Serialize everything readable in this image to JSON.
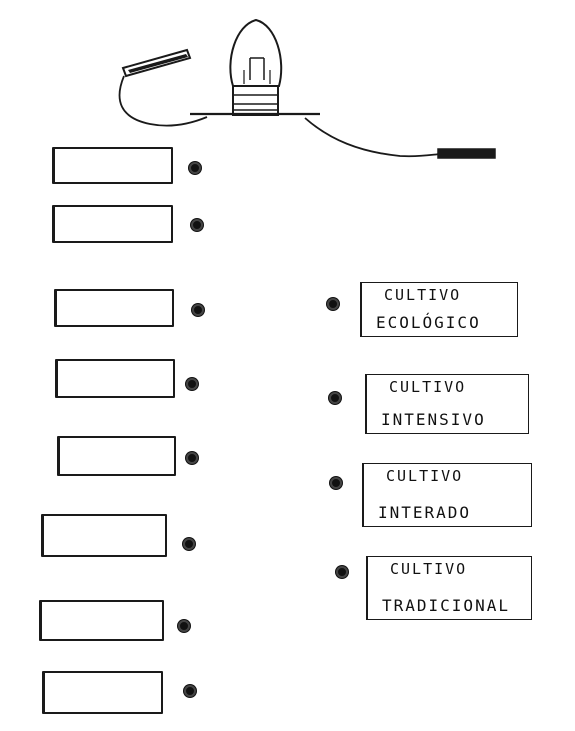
{
  "diagram": {
    "labels": [
      {
        "line1": "CULTIVO",
        "line2": "ECOLÓGICO"
      },
      {
        "line1": "CULTIVO",
        "line2": "INTENSIVO"
      },
      {
        "line1": "CULTIVO",
        "line2": "INTERADO"
      },
      {
        "line1": "CULTIVO",
        "line2": "TRADICIONAL"
      }
    ],
    "answer_box_count": 8
  },
  "colors": {
    "ink": "#1a1a1a",
    "paper": "#ffffff"
  }
}
